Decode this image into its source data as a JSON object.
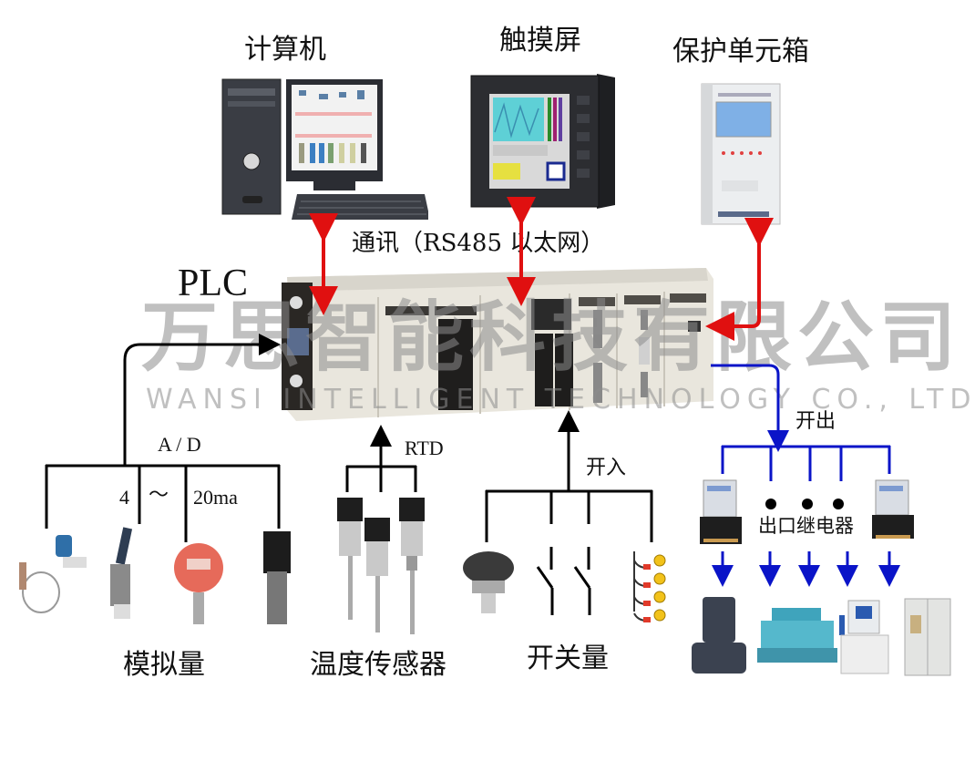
{
  "diagram": {
    "top_devices": {
      "computer": "计算机",
      "touchscreen": "触摸屏",
      "protection_unit": "保护单元箱"
    },
    "communication_label": "通讯（RS485 以太网）",
    "plc_label": "PLC",
    "watermark": {
      "chinese": "万思智能科技有限公司",
      "english": "WANSI INTELLIGENT TECHNOLOGY CO., LTD"
    },
    "analog": {
      "signal_label": "A / D",
      "range_start": "4",
      "range_sep": "～",
      "range_end": "20ma",
      "group_label": "模拟量"
    },
    "temperature": {
      "signal_label": "RTD",
      "group_label": "温度传感器"
    },
    "switch_input": {
      "signal_label": "开入",
      "group_label": "开关量"
    },
    "switch_output": {
      "signal_label": "开出",
      "relay_label": "出口继电器"
    },
    "colors": {
      "comm_arrow": "#e01010",
      "output_line": "#0a14c8",
      "input_line": "#000000",
      "watermark": "#8c8c8c"
    }
  }
}
